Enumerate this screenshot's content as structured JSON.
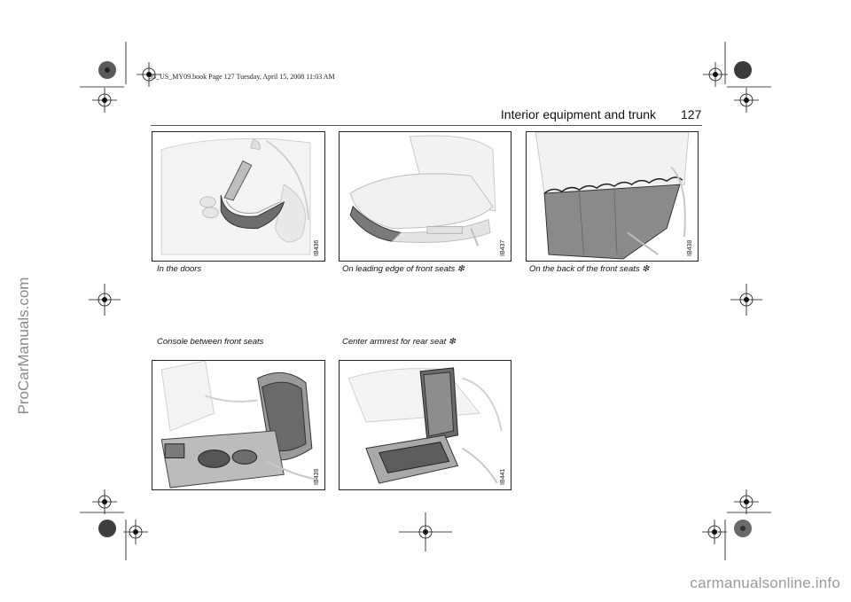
{
  "header": {
    "book_info": "95_US_MY09.book  Page 127  Tuesday, April 15, 2008  11:03 AM",
    "section_title": "Interior equipment and trunk",
    "page_number": "127"
  },
  "watermarks": {
    "side": "ProCarManuals.com",
    "footer": "carmanualsonline.info"
  },
  "figures": [
    {
      "code": "IB436",
      "caption": "In the doors"
    },
    {
      "code": "IB437",
      "caption": "On leading edge of front seats ❇"
    },
    {
      "code": "IB438",
      "caption": "On the back of the front seats ❇"
    },
    {
      "code": "IB439",
      "caption": "Console between front seats"
    },
    {
      "code": "IB441",
      "caption": "Center armrest for rear seat ❇"
    }
  ]
}
